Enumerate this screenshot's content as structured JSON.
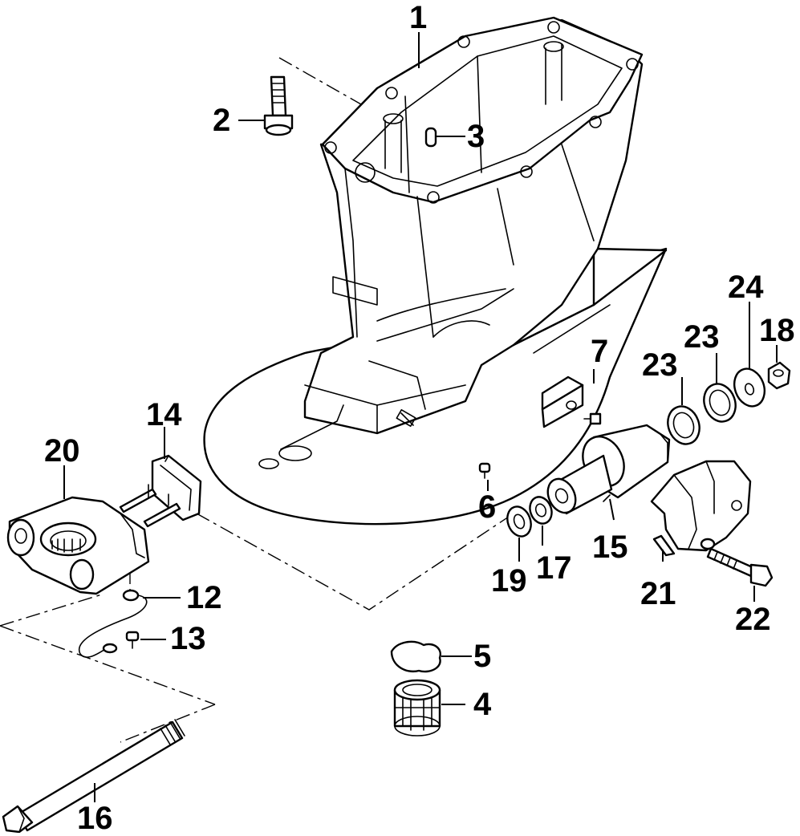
{
  "diagram": {
    "callouts": {
      "p1": "1",
      "p2": "2",
      "p3": "3",
      "p4": "4",
      "p5": "5",
      "p6": "6",
      "p7": "7",
      "p12": "12",
      "p13": "13",
      "p14": "14",
      "p15": "15",
      "p16": "16",
      "p17": "17",
      "p18": "18",
      "p19": "19",
      "p20": "20",
      "p21": "21",
      "p22": "22",
      "p23a": "23",
      "p23b": "23",
      "p24": "24"
    },
    "colors": {
      "line": "#000000",
      "paper": "#ffffff"
    }
  }
}
